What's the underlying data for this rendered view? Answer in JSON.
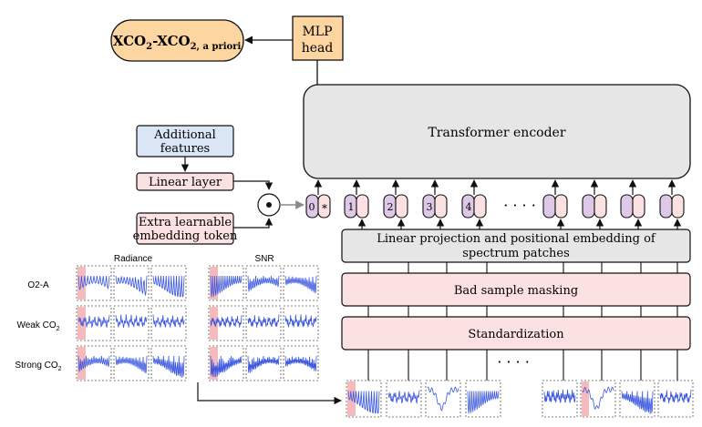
{
  "output": {
    "main": "XCO",
    "sub1": "2",
    "mid": "-XCO",
    "sub2": "2, a priori"
  },
  "mlp": {
    "line1": "MLP",
    "line2": "head"
  },
  "encoder": {
    "label": "Transformer encoder"
  },
  "additional": {
    "line1": "Additional",
    "line2": "features"
  },
  "linear_layer": {
    "label": "Linear layer"
  },
  "extra_token": {
    "line1": "Extra learnable",
    "line2": "embedding token"
  },
  "elementwise": {
    "symbol": "⊙"
  },
  "tokens": {
    "cls": "0",
    "star": "*",
    "t1": "1",
    "t2": "2",
    "t3": "3",
    "t4": "4",
    "dots": "· · · ·"
  },
  "projection": {
    "line1": "Linear projection and positional embedding of",
    "line2": "spectrum patches"
  },
  "masking": {
    "label": "Bad sample masking"
  },
  "standardization": {
    "label": "Standardization"
  },
  "bottom_dots": "· · · ·",
  "grid": {
    "radiance": "Radiance",
    "snr": "SNR",
    "rows": [
      {
        "label": "O2-A",
        "sub": ""
      },
      {
        "label": "Weak CO",
        "sub": "2"
      },
      {
        "label": "Strong CO",
        "sub": "2"
      }
    ]
  },
  "colors": {
    "orange": "#fdd5a0",
    "blue": "#dae5f6",
    "pink": "#fbe1e1",
    "gray": "#e6e6e6",
    "purple": "#ddc8e8",
    "curve": "#3a56e0",
    "band": "#f4a9ab"
  }
}
